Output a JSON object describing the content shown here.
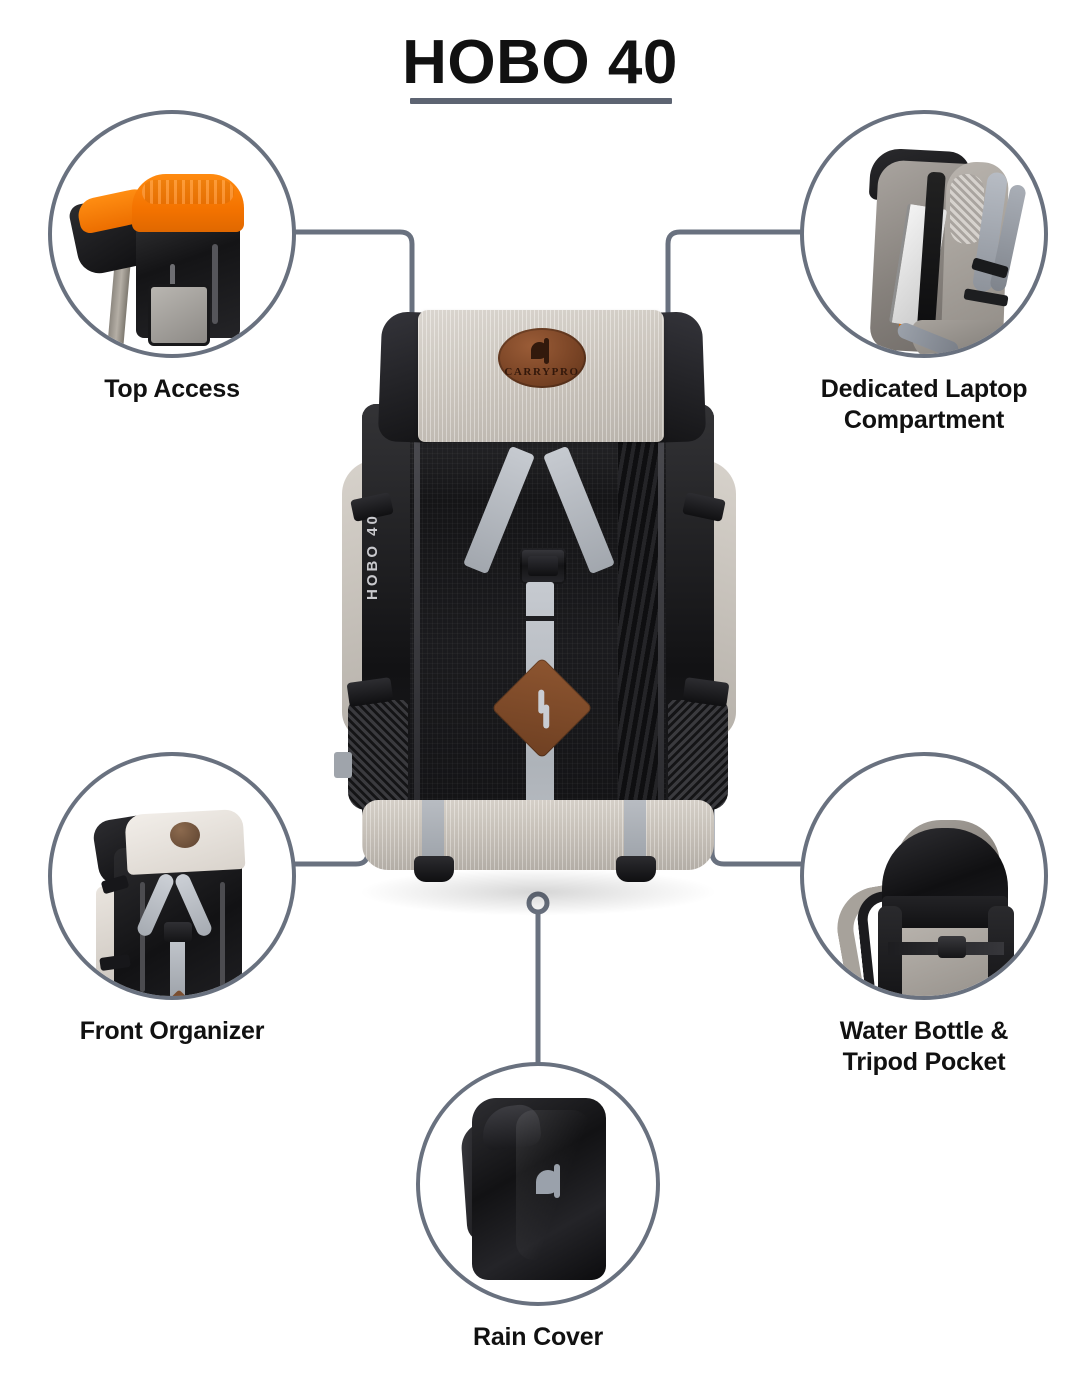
{
  "header": {
    "title": "HOBO 40"
  },
  "product": {
    "brand_label": "CARRYPRO",
    "model_label": "HOBO 40",
    "colors": {
      "connector": "#69717f",
      "title_rule": "#5d6472",
      "leather": "#7b4526",
      "body_black": "#151517",
      "panel_gray": "#d7d2cb",
      "accent_orange": "#f47300"
    }
  },
  "features": [
    {
      "id": "top-access",
      "label": "Top Access",
      "position": "top-left"
    },
    {
      "id": "dedicated-laptop-compartment",
      "label_line1": "Dedicated Laptop",
      "label_line2": "Compartment",
      "position": "top-right"
    },
    {
      "id": "front-organizer",
      "label": "Front Organizer",
      "position": "bottom-left"
    },
    {
      "id": "water-bottle-tripod-pocket",
      "label_line1": "Water Bottle &",
      "label_line2": "Tripod Pocket",
      "position": "bottom-right"
    },
    {
      "id": "rain-cover",
      "label": "Rain Cover",
      "position": "bottom-center"
    }
  ]
}
